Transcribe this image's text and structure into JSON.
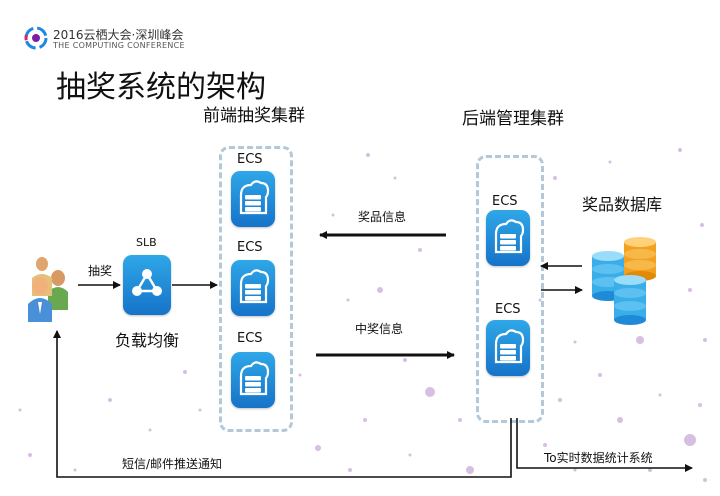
{
  "header": {
    "event_title": "2016云栖大会·深圳峰会",
    "event_subtitle": "THE COMPUTING CONFERENCE",
    "slide_title": "抽奖系统的架构"
  },
  "frontend": {
    "title": "前端抽奖集群",
    "nodes": [
      "ECS",
      "ECS",
      "ECS"
    ]
  },
  "backend": {
    "title": "后端管理集群",
    "nodes": [
      "ECS",
      "ECS"
    ]
  },
  "slb": {
    "label": "SLB",
    "caption": "负载均衡"
  },
  "users": {
    "arrow_label": "抽奖"
  },
  "database": {
    "label": "奖品数据库"
  },
  "arrows": {
    "prize_info": "奖品信息",
    "winner_info": "中奖信息",
    "notify": "短信/邮件推送通知",
    "realtime": "To实时数据统计系统"
  },
  "colors": {
    "icon_blue": "#1f8ad8",
    "cluster_border": "#b3c8d9",
    "dot_purple": "#c9a8d8",
    "coin_orange": "#f2a21e",
    "coin_blue": "#3aaee8"
  }
}
